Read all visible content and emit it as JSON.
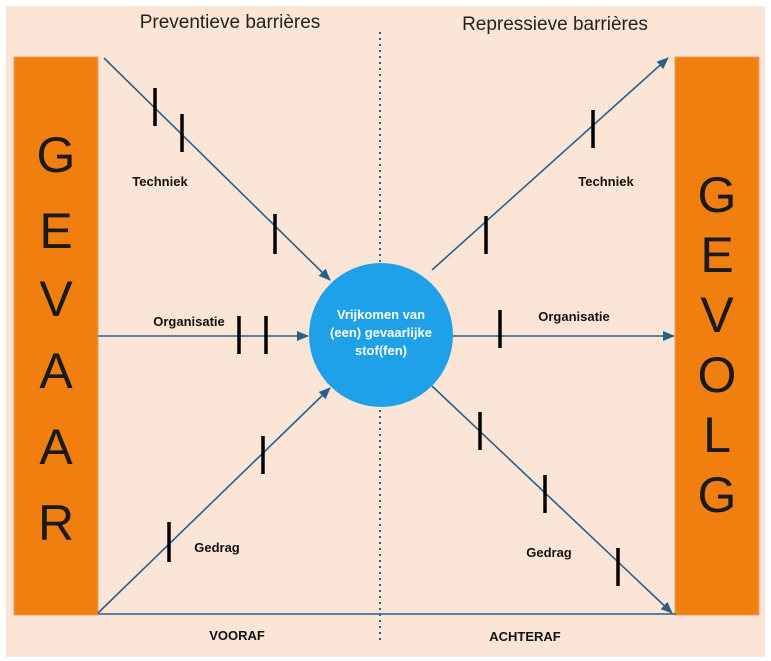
{
  "headings": {
    "left": "Preventieve barrières",
    "right": "Repressieve barrières"
  },
  "left_block": {
    "letters": [
      "G",
      "E",
      "V",
      "A",
      "A",
      "R"
    ],
    "color": "#f07f10"
  },
  "right_block": {
    "letters": [
      "G",
      "E",
      "V",
      "O",
      "L",
      "G"
    ],
    "color": "#f07f10"
  },
  "center": {
    "lines": [
      "Vrijkomen van",
      "(een) gevaarlijke",
      "stof(fen)"
    ],
    "color": "#1ea1e8"
  },
  "labels": {
    "techniek_left": "Techniek",
    "organisatie_left": "Organisatie",
    "gedrag_left": "Gedrag",
    "techniek_right": "Techniek",
    "organisatie_right": "Organisatie",
    "gedrag_right": "Gedrag"
  },
  "footer": {
    "left": "VOORAF",
    "right": "ACHTERAF"
  },
  "colors": {
    "background": "#fbe5d6",
    "arrow": "#2a5f8a",
    "barrier": "#000000"
  }
}
